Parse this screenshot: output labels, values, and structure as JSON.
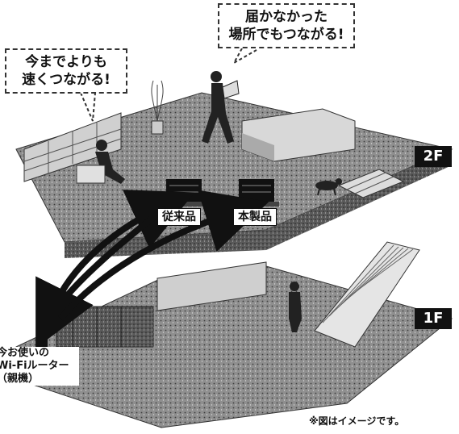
{
  "speech_top": {
    "line1": "届かなかった",
    "line2": "場所でもつながる!"
  },
  "speech_left": {
    "line1": "今までよりも",
    "line2": "速くつながる!"
  },
  "floors": {
    "upper": "2F",
    "lower": "1F"
  },
  "devices": {
    "conventional": "従来品",
    "new_product": "本製品"
  },
  "router_label": {
    "line1": "今お使いの",
    "line2": "Wi-Fiルーター",
    "line3": "（親機）"
  },
  "note": "※図はイメージです。",
  "colors": {
    "floor": "#8a8a8a",
    "floor_dark": "#555555",
    "wall": "#c8c8c8",
    "ink": "#111111",
    "arrow": "#111111"
  },
  "icons": [
    "speech-bubble-icon",
    "person-icon",
    "laptop-icon",
    "curved-arrow-icon",
    "stairs-icon",
    "dog-icon",
    "router-icon"
  ]
}
